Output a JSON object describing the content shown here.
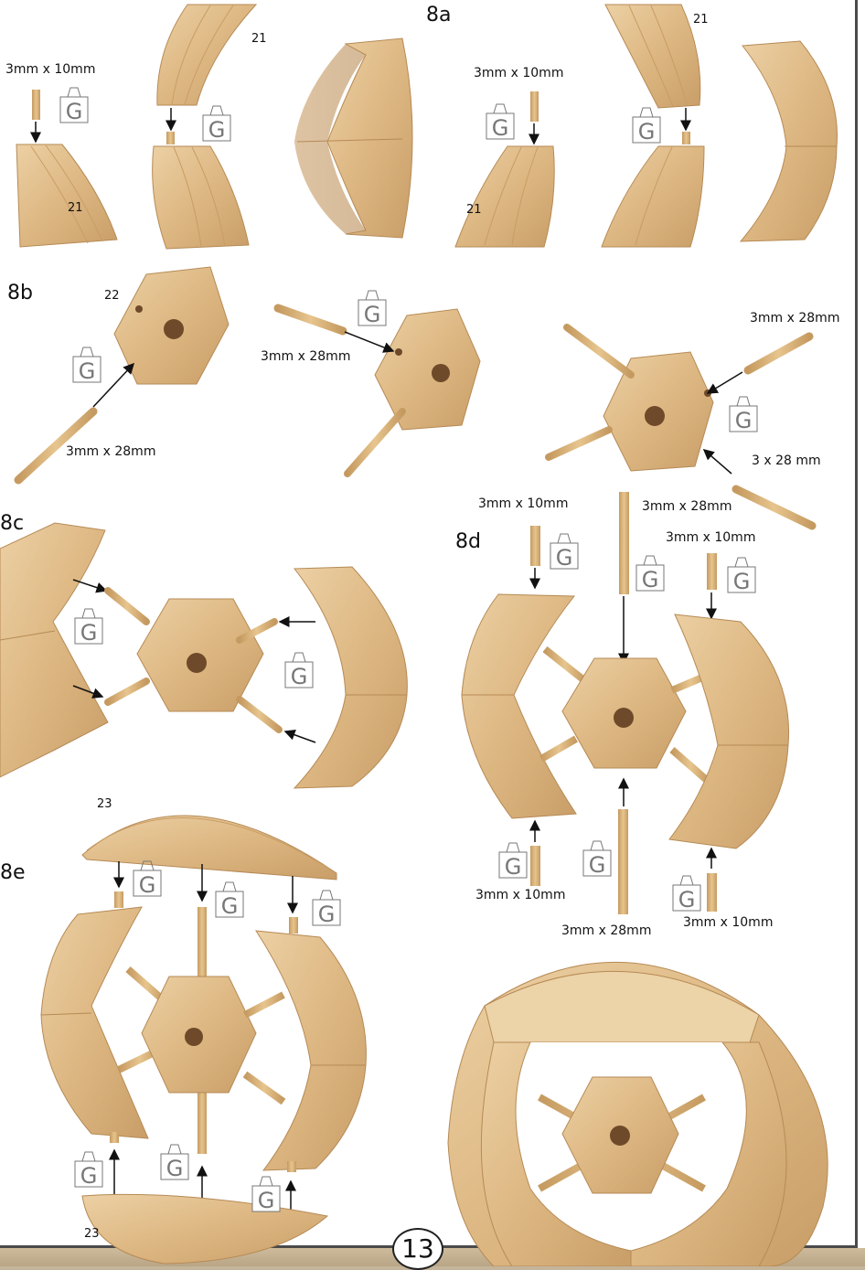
{
  "page_number": "13",
  "steps": {
    "s8a": "8a",
    "s8b": "8b",
    "s8c": "8c",
    "s8d": "8d",
    "s8e": "8e"
  },
  "dowels": {
    "d10": "3mm x 10mm",
    "d28": "3mm x 28mm",
    "d28_alt": "3 x 28 mm"
  },
  "parts": {
    "p21": "21",
    "p22": "22",
    "p23": "23"
  },
  "glue_symbol": "G",
  "colors": {
    "wood": "#e3c08e",
    "wood_dark": "#c79e66",
    "dowel": "#dcb47a",
    "frame": "#4a4a4a"
  }
}
